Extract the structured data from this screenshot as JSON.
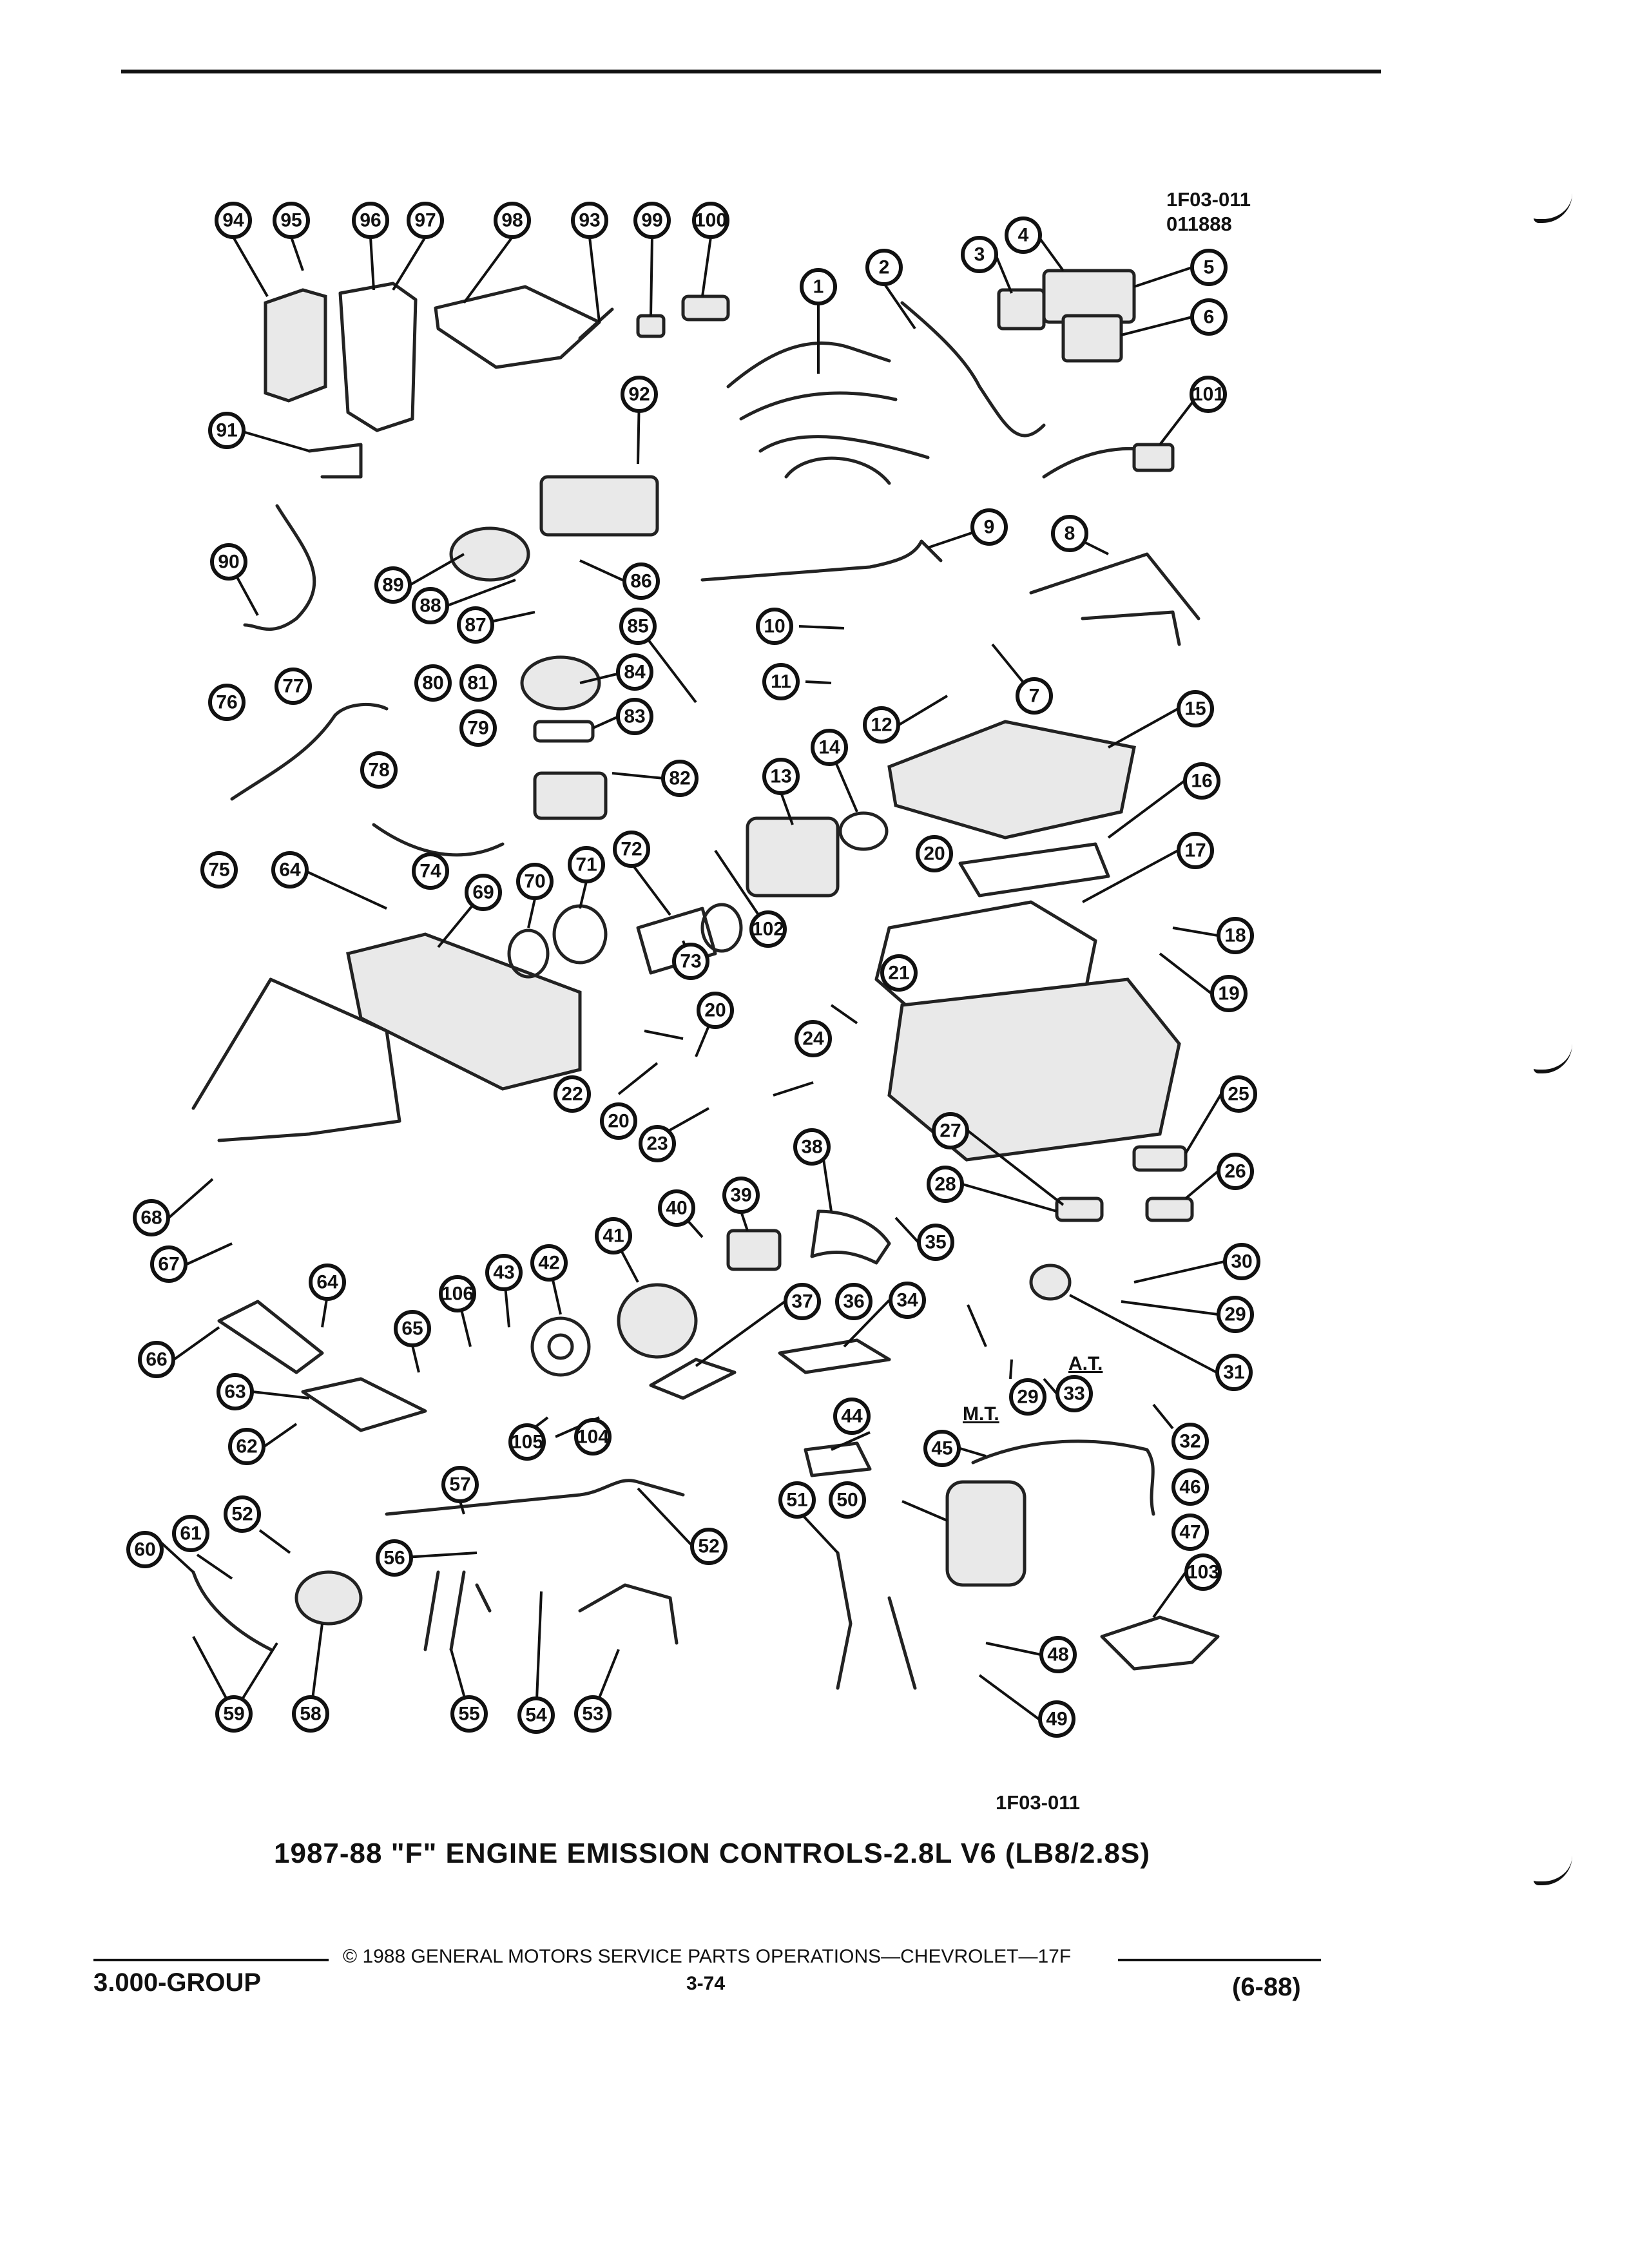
{
  "header": {
    "ref_code": "1F03-011",
    "date_code": "011888"
  },
  "diagram": {
    "callouts": [
      "1",
      "2",
      "3",
      "4",
      "5",
      "6",
      "7",
      "8",
      "9",
      "10",
      "11",
      "12",
      "13",
      "14",
      "15",
      "16",
      "17",
      "18",
      "19",
      "20",
      "21",
      "22",
      "23",
      "24",
      "25",
      "26",
      "27",
      "28",
      "29",
      "30",
      "31",
      "32",
      "33",
      "34",
      "35",
      "36",
      "37",
      "38",
      "39",
      "40",
      "41",
      "42",
      "43",
      "44",
      "45",
      "46",
      "47",
      "48",
      "49",
      "50",
      "51",
      "52",
      "53",
      "54",
      "55",
      "56",
      "57",
      "58",
      "59",
      "60",
      "61",
      "62",
      "63",
      "64",
      "65",
      "66",
      "67",
      "68",
      "69",
      "70",
      "71",
      "72",
      "73",
      "74",
      "75",
      "76",
      "77",
      "78",
      "79",
      "80",
      "81",
      "82",
      "83",
      "84",
      "85",
      "86",
      "87",
      "88",
      "89",
      "90",
      "91",
      "92",
      "93",
      "94",
      "95",
      "96",
      "97",
      "98",
      "99",
      "100",
      "101",
      "102",
      "103",
      "104",
      "105",
      "106"
    ],
    "labels": {
      "at": "A.T.",
      "mt": "M.T."
    },
    "figure_code": "1F03-011",
    "caption": "1987-88 \"F\" ENGINE EMISSION CONTROLS-2.8L V6 (LB8/2.8S)"
  },
  "footer": {
    "group": "3.000-GROUP",
    "copyright": "© 1988 GENERAL MOTORS SERVICE PARTS OPERATIONS—CHEVROLET—17F",
    "page": "3-74",
    "revision": "(6-88)"
  }
}
